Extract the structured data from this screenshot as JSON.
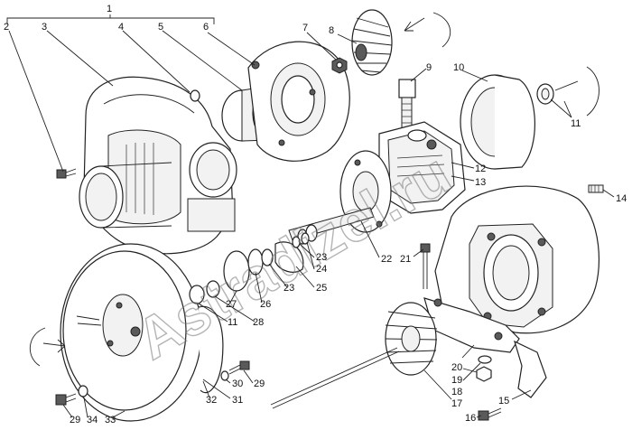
{
  "watermark": "Astradizel.ru",
  "labels": {
    "l1": "1",
    "l2": "2",
    "l3": "3",
    "l4": "4",
    "l5": "5",
    "l6": "6",
    "l7": "7",
    "l8": "8",
    "l9": "9",
    "l10": "10",
    "l11a": "11",
    "l11b": "11",
    "l12": "12",
    "l13": "13",
    "l14": "14",
    "l15": "15",
    "l16": "16",
    "l17": "17",
    "l18": "18",
    "l19": "19",
    "l20": "20",
    "l21": "21",
    "l22": "22",
    "l23a": "23",
    "l23b": "23",
    "l24": "24",
    "l25": "25",
    "l26": "26",
    "l27": "27",
    "l28": "28",
    "l29a": "29",
    "l29b": "29",
    "l30": "30",
    "l31": "31",
    "l32": "32",
    "l33": "33",
    "l34": "34"
  }
}
